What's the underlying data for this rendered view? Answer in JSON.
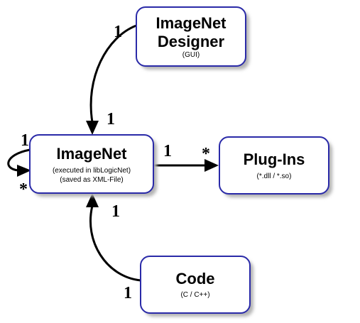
{
  "colors": {
    "box_border": "#2a2aa8",
    "shadow": "#b3b3b3",
    "line": "#000000"
  },
  "nodes": {
    "designer": {
      "title_line1": "ImageNet",
      "title_line2": "Designer",
      "subtitle": "(GUI)"
    },
    "imagenet": {
      "title": "ImageNet",
      "subtitle_line1": "(executed in libLogicNet)",
      "subtitle_line2": "(saved as XML-File)"
    },
    "plugins": {
      "title": "Plug-Ins",
      "subtitle": "(*.dll / *.so)"
    },
    "code": {
      "title": "Code",
      "subtitle": "(C / C++)"
    }
  },
  "edges": {
    "designer_to_imagenet": {
      "source_multiplicity": "1",
      "target_multiplicity": "1"
    },
    "imagenet_self": {
      "source_multiplicity": "1",
      "target_multiplicity": "*"
    },
    "imagenet_to_plugins": {
      "source_multiplicity": "1",
      "target_multiplicity": "*"
    },
    "code_to_imagenet": {
      "source_multiplicity": "1",
      "target_multiplicity": "1"
    }
  }
}
